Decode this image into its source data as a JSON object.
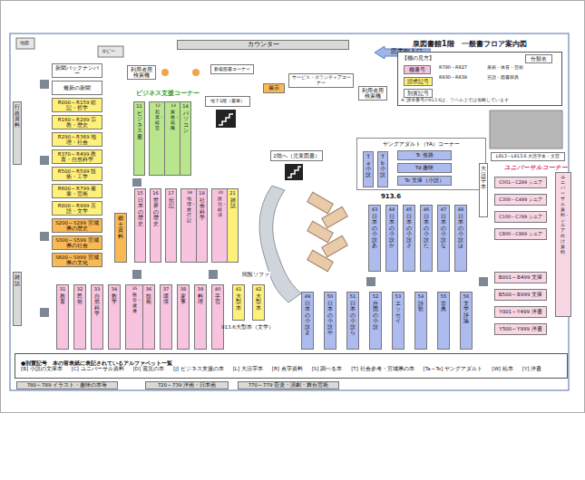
{
  "diagram": {
    "title": "泉図書館1階　一般書フロア案内図",
    "nodes": [
      {
        "text": [
          "カウンター"
        ]
      },
      {
        "text": [
          "図書館入口"
        ]
      },
      {
        "text": [
          "【棚の見方】"
        ]
      },
      {
        "text": [
          "棚番号"
        ],
        "in": 2
      },
      {
        "text": [
          "請求記号"
        ],
        "in": 2
      },
      {
        "text": [
          "分類名"
        ],
        "in": 2
      },
      {
        "text": [
          "別置記号"
        ],
        "in": 2
      },
      {
        "text": [
          "新着図書コーナー"
        ]
      },
      {
        "text": [
          "展示"
        ]
      },
      {
        "text": [
          "サービス・ボランティアコーナー"
        ]
      },
      {
        "text": [
          "利用者用検索機"
        ]
      },
      {
        "text": [
          "利用者用検索機"
        ]
      },
      {
        "text": [
          "行政資料"
        ]
      },
      {
        "text": [
          "雑誌"
        ]
      },
      {
        "text": [
          "新聞バックナンバー"
        ]
      },
      {
        "text": [
          "最新の新聞"
        ]
      },
      {
        "text": [
          "R000～R159 総記・哲学"
        ]
      },
      {
        "text": [
          "R160～R289 宗教・歴史"
        ]
      },
      {
        "text": [
          "R290～R369 地理・社会"
        ]
      },
      {
        "text": [
          "R370～R499 教育・自然科学"
        ]
      },
      {
        "text": [
          "R500～R599 技術・工学"
        ]
      },
      {
        "text": [
          "R600～R799 産業・芸術"
        ]
      },
      {
        "text": [
          "R800～R999 言語・文学"
        ]
      },
      {
        "text": [
          "S200～S299 宮城県の歴史"
        ]
      },
      {
        "text": [
          "S300～S599 宮城県の社会"
        ]
      },
      {
        "text": [
          "S600～S999 宮城県の文化"
        ]
      },
      {
        "text": [
          "郷土資料"
        ]
      },
      {
        "text": [
          "11",
          "ビジネス書"
        ]
      },
      {
        "text": [
          "12",
          "起業・経営"
        ]
      },
      {
        "text": [
          "13",
          "資格・就職"
        ]
      },
      {
        "text": [
          "14",
          "パソコン"
        ]
      },
      {
        "text": [
          "15",
          "日本の歴史"
        ]
      },
      {
        "text": [
          "16",
          "世界の歴史"
        ]
      },
      {
        "text": [
          "17",
          "伝記"
        ]
      },
      {
        "text": [
          "18",
          "地理・旅行記"
        ]
      },
      {
        "text": [
          "19",
          "社会科学"
        ]
      },
      {
        "text": [
          "20",
          "政治・経済"
        ]
      },
      {
        "text": [
          "21",
          "雑誌"
        ]
      },
      {
        "text": [
          "地下1階（書庫）"
        ]
      },
      {
        "text": [
          "2階へ（児童図書）"
        ]
      },
      {
        "text": [
          "31",
          "教育"
        ]
      },
      {
        "text": [
          "32",
          "民俗"
        ]
      },
      {
        "text": [
          "33",
          "自然科学"
        ]
      },
      {
        "text": [
          "34",
          "数学"
        ]
      },
      {
        "text": [
          "35",
          "医学・健康"
        ]
      },
      {
        "text": [
          "36",
          "技術"
        ]
      },
      {
        "text": [
          "37",
          "環境"
        ]
      },
      {
        "text": [
          "38",
          "家事"
        ]
      },
      {
        "text": [
          "39",
          "料理"
        ]
      },
      {
        "text": [
          "40",
          "手芸"
        ]
      },
      {
        "text": [
          "41",
          "大型本"
        ]
      },
      {
        "text": [
          "42",
          "大型本"
        ]
      },
      {
        "text": [
          "ヤングアダルト（YA）コーナー"
        ]
      },
      {
        "text": [
          "Ta小説"
        ],
        "in": 52
      },
      {
        "text": [
          "Tb小説"
        ],
        "in": 52
      },
      {
        "text": [
          "Tc 進路"
        ],
        "in": 52
      },
      {
        "text": [
          "Td 趣味"
        ],
        "in": 52
      },
      {
        "text": [
          "Te 文庫（小説）"
        ],
        "in": 52
      },
      {
        "text": [
          "43",
          "日本の小説あ"
        ]
      },
      {
        "text": [
          "44",
          "日本の小説か"
        ]
      },
      {
        "text": [
          "45",
          "日本の小説さ"
        ]
      },
      {
        "text": [
          "46",
          "日本の小説た"
        ]
      },
      {
        "text": [
          "47",
          "日本の小説な"
        ]
      },
      {
        "text": [
          "48",
          "日本の小説は"
        ]
      },
      {
        "text": [
          "49",
          "日本の小説ま"
        ]
      },
      {
        "text": [
          "50",
          "日本の小説や"
        ]
      },
      {
        "text": [
          "51",
          "日本の小説ら"
        ]
      },
      {
        "text": [
          "52",
          "外国の小説"
        ]
      },
      {
        "text": [
          "53",
          "エッセイ"
        ]
      },
      {
        "text": [
          "54",
          "詩歌"
        ]
      },
      {
        "text": [
          "55",
          "古典"
        ]
      },
      {
        "text": [
          "56",
          "文学評論"
        ]
      },
      {
        "text": [
          "L913～L913.6 大活字本・文芸"
        ]
      },
      {
        "text": [
          "C001～C299 シニア"
        ]
      },
      {
        "text": [
          "C300～C499 シニア"
        ]
      },
      {
        "text": [
          "C500～C799 シニア"
        ]
      },
      {
        "text": [
          "C800～C999 シニア"
        ]
      },
      {
        "text": [
          "B001～B499 文庫"
        ]
      },
      {
        "text": [
          "B500～B999 文庫"
        ]
      },
      {
        "text": [
          "Y001～Y499 洋書"
        ]
      },
      {
        "text": [
          "Y500～Y999 洋書"
        ]
      },
      {
        "text": [
          "ユニバーサル資料・シニア向け資料"
        ]
      },
      {
        "text": [
          "大活字本"
        ]
      },
      {
        "text": [
          "●別置記号　本の背表紙に表記されているアルファベット一覧",
          "[B] 小説の文庫本",
          "[C] ユニバーサル資料",
          "[D] 震災の本",
          "[J] ビジネス支援の本",
          "[L] 大活字本",
          "[R] 点字資料",
          "[S] 調べる本",
          "[T] 社会参考・宮城県の本",
          "[Ta～Te] ヤングアダルト",
          "[W] 絵本",
          "[Y] 洋書"
        ]
      },
      {
        "text": [
          "780～789 イラスト・趣味の本等"
        ]
      },
      {
        "text": [
          "720～739 洋画・日本画"
        ]
      },
      {
        "text": [
          "770～779 音楽・演劇・舞台芸術"
        ]
      }
    ],
    "labels": [
      "ビジネス支援コーナー",
      "ユニバーサルコーナー",
      "913.6",
      "閲覧ソファ",
      "913.6大型本（文学）",
      "R780～R827",
      "美術・体育・芸術",
      "R830～R839",
      "言語・図書辞典",
      "※ 請求番号の913.6は、ラベル上では省略しています",
      "コピー",
      "地図"
    ]
  }
}
